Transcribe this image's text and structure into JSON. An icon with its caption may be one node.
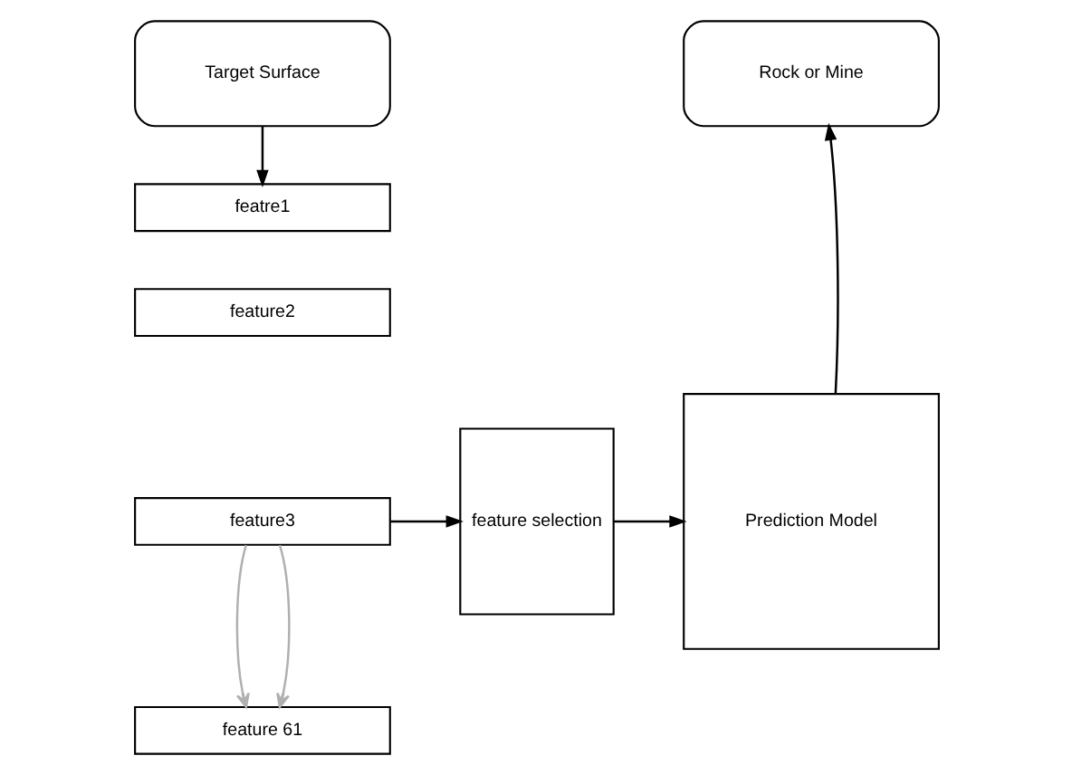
{
  "diagram": {
    "nodes": [
      {
        "text": [
          "Target Surface"
        ]
      },
      {
        "text": [
          "featre1"
        ]
      },
      {
        "text": [
          "feature2"
        ]
      },
      {
        "text": [
          "feature3"
        ]
      },
      {
        "text": [
          "feature 61"
        ]
      },
      {
        "text": [
          "feature selection"
        ]
      },
      {
        "text": [
          "Prediction Model"
        ]
      },
      {
        "text": [
          "Rock or Mine"
        ]
      }
    ],
    "edges": [
      {
        "from": 0,
        "to": 1,
        "arrow": "to"
      },
      {
        "from": 3,
        "to": 4,
        "arrow": "to",
        "color": "#b0b0b0"
      },
      {
        "from": 3,
        "to": 4,
        "arrow": "to",
        "color": "#b0b0b0"
      },
      {
        "from": 3,
        "to": 5,
        "arrow": "to"
      },
      {
        "from": 5,
        "to": 6,
        "arrow": "to"
      },
      {
        "from": 6,
        "to": 7,
        "arrow": "to"
      }
    ]
  }
}
